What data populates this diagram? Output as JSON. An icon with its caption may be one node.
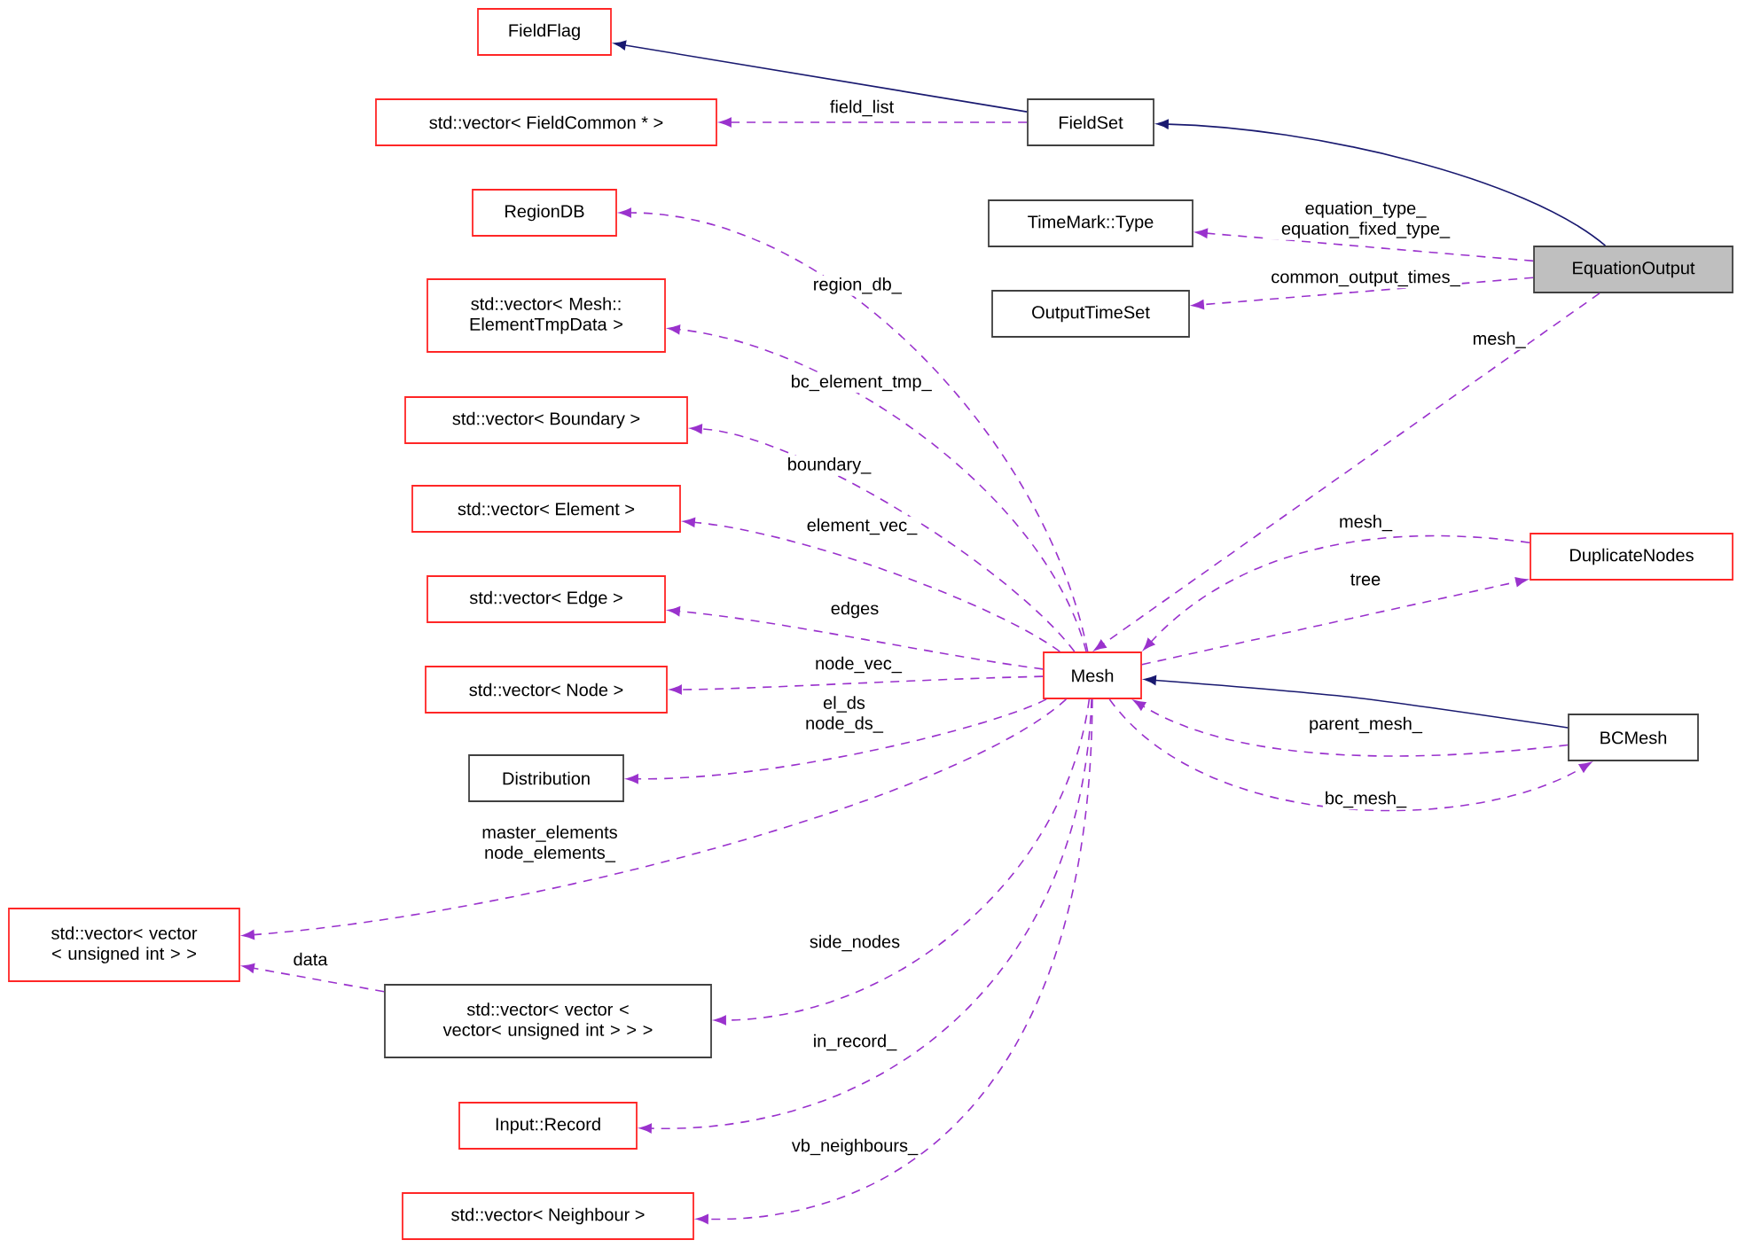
{
  "diagram": {
    "nodes": [
      {
        "text": [
          "FieldFlag"
        ]
      },
      {
        "text": [
          "std::vector< FieldCommon * >"
        ]
      },
      {
        "text": [
          "FieldSet"
        ]
      },
      {
        "text": [
          "RegionDB"
        ]
      },
      {
        "text": [
          "std::vector< Mesh:: ElementTmpData >"
        ]
      },
      {
        "text": [
          "TimeMark::Type"
        ]
      },
      {
        "text": [
          "EquationOutput"
        ]
      },
      {
        "text": [
          "OutputTimeSet"
        ]
      },
      {
        "text": [
          "std::vector< Boundary >"
        ]
      },
      {
        "text": [
          "std::vector< Element >"
        ]
      },
      {
        "text": [
          "std::vector< Edge >"
        ]
      },
      {
        "text": [
          "std::vector< Node >"
        ]
      },
      {
        "text": [
          "Distribution"
        ]
      },
      {
        "text": [
          "Mesh"
        ]
      },
      {
        "text": [
          "DuplicateNodes"
        ]
      },
      {
        "text": [
          "BCMesh"
        ]
      },
      {
        "text": [
          "std::vector< vector < unsigned int > >"
        ]
      },
      {
        "text": [
          "std::vector< vector < vector< unsigned int > > >"
        ]
      },
      {
        "text": [
          "Input::Record"
        ]
      },
      {
        "text": [
          "std::vector< Neighbour >"
        ]
      }
    ],
    "edges": [
      {
        "from": 2,
        "to": 0,
        "arrow": "to",
        "color": "#191970"
      },
      {
        "from": 2,
        "to": 1,
        "arrow": "to",
        "label": "field_list",
        "style": "dashed"
      },
      {
        "from": 6,
        "to": 2,
        "arrow": "to",
        "color": "#191970"
      },
      {
        "from": 6,
        "to": 5,
        "arrow": "to",
        "label": "equation_type_ equation_fixed_type_",
        "style": "dashed"
      },
      {
        "from": 6,
        "to": 7,
        "arrow": "to",
        "label": "common_output_times_",
        "style": "dashed"
      },
      {
        "from": 6,
        "to": 13,
        "arrow": "to",
        "label": "mesh_",
        "style": "dashed"
      },
      {
        "from": 13,
        "to": 3,
        "arrow": "to",
        "label": "region_db_",
        "style": "dashed"
      },
      {
        "from": 13,
        "to": 4,
        "arrow": "to",
        "label": "bc_element_tmp_",
        "style": "dashed"
      },
      {
        "from": 13,
        "to": 8,
        "arrow": "to",
        "label": "boundary_",
        "style": "dashed"
      },
      {
        "from": 13,
        "to": 9,
        "arrow": "to",
        "label": "element_vec_",
        "style": "dashed"
      },
      {
        "from": 13,
        "to": 10,
        "arrow": "to",
        "label": "edges",
        "style": "dashed"
      },
      {
        "from": 13,
        "to": 11,
        "arrow": "to",
        "label": "node_vec_",
        "style": "dashed"
      },
      {
        "from": 13,
        "to": 12,
        "arrow": "to",
        "label": "el_ds node_ds_",
        "style": "dashed"
      },
      {
        "from": 14,
        "to": 13,
        "arrow": "to",
        "label": "mesh_",
        "style": "dashed"
      },
      {
        "from": 13,
        "to": 14,
        "arrow": "to",
        "label": "tree",
        "style": "dashed"
      },
      {
        "from": 15,
        "to": 13,
        "arrow": "to",
        "color": "#191970"
      },
      {
        "from": 15,
        "to": 13,
        "arrow": "to",
        "label": "parent_mesh_",
        "style": "dashed"
      },
      {
        "from": 13,
        "to": 15,
        "arrow": "to",
        "label": "bc_mesh_",
        "style": "dashed"
      },
      {
        "from": 13,
        "to": 16,
        "arrow": "to",
        "label": "master_elements node_elements_",
        "style": "dashed"
      },
      {
        "from": 17,
        "to": 16,
        "arrow": "to",
        "label": "data",
        "style": "dashed"
      },
      {
        "from": 13,
        "to": 17,
        "arrow": "to",
        "label": "side_nodes",
        "style": "dashed"
      },
      {
        "from": 13,
        "to": 18,
        "arrow": "to",
        "label": "in_record_",
        "style": "dashed"
      },
      {
        "from": 13,
        "to": 19,
        "arrow": "to",
        "label": "vb_neighbours_",
        "style": "dashed"
      }
    ]
  }
}
